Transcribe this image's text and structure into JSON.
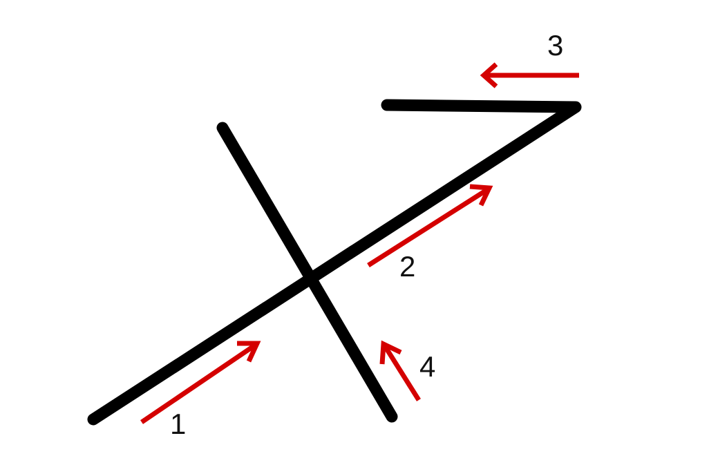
{
  "diagram": {
    "type": "stroke-order",
    "colors": {
      "stroke": "#000000",
      "arrow": "#d40000"
    },
    "labels": [
      "1",
      "2",
      "3",
      "4"
    ]
  }
}
